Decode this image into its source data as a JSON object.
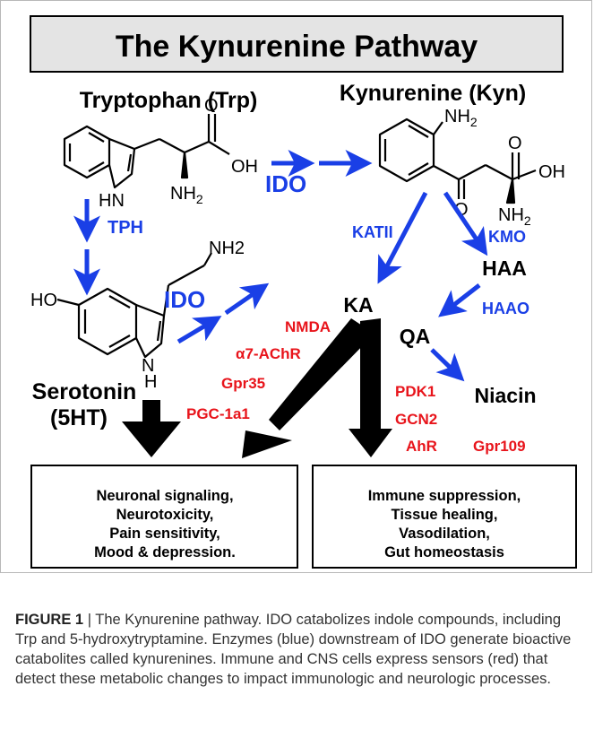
{
  "title": "The Kynurenine Pathway",
  "compounds": {
    "tryptophan": "Tryptophan (Trp)",
    "kynurenine": "Kynurenine (Kyn)",
    "serotonin": "Serotonin",
    "serotonin_abbrev": "(5HT)",
    "ka": "KA",
    "haa": "HAA",
    "qa": "QA",
    "niacin": "Niacin"
  },
  "atom_labels": {
    "trp_oh": "OH",
    "trp_o": "O",
    "trp_nh2": "NH",
    "trp_nh2_sub": "2",
    "trp_hn": "HN",
    "kyn_nh2_top": "NH",
    "kyn_nh2_top_sub": "2",
    "kyn_o_acid": "O",
    "kyn_oh": "OH",
    "kyn_o_ketone": "O",
    "kyn_nh2_bottom": "NH",
    "kyn_nh2_bottom_sub": "2",
    "ser_nh2": "NH2",
    "ser_ho": "HO",
    "ser_n": "N",
    "ser_h": "H"
  },
  "enzymes": {
    "ido_top": "IDO",
    "tph": "TPH",
    "ido_serotonin": "IDO",
    "katii": "KATII",
    "kmo": "KMO",
    "haao": "HAAO"
  },
  "sensors": [
    "NMDA",
    "α7-AChR",
    "Gpr35",
    "PGC-1a1",
    "PDK1",
    "GCN2",
    "AhR",
    "Gpr109"
  ],
  "outcome_boxes": {
    "left": [
      "Neuronal signaling,",
      "Neurotoxicity,",
      "Pain sensitivity,",
      "Mood & depression."
    ],
    "right": [
      "Immune suppression,",
      "Tissue healing,",
      "Vasodilation,",
      "Gut homeostasis"
    ]
  },
  "caption": {
    "label": "FIGURE 1",
    "separator": " | ",
    "text": "The Kynurenine pathway. IDO catabolizes indole compounds, including Trp and 5-hydroxytryptamine. Enzymes (blue) downstream of IDO generate bioactive catabolites called kynurenines. Immune and CNS cells express sensors (red) that detect these metabolic changes to impact immunologic and neurologic processes."
  },
  "colors": {
    "enzyme_blue": "#1a3fe6",
    "sensor_red": "#e8141b",
    "title_box_fill": "#e4e4e4",
    "black": "#000000"
  }
}
